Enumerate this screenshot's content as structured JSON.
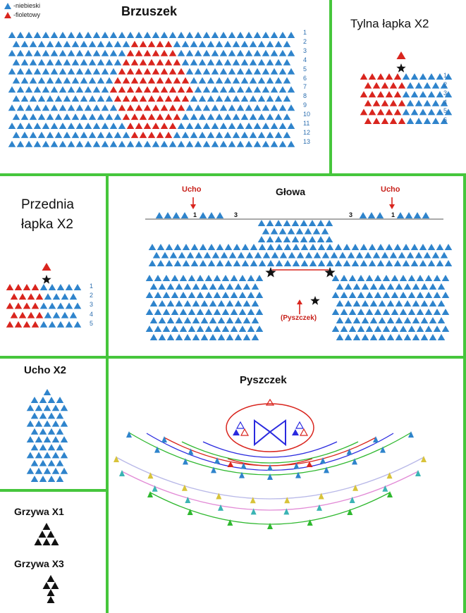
{
  "colors": {
    "blue": "#2f84cc",
    "red": "#d9251e",
    "divider": "#46c63c",
    "black": "#111111"
  },
  "legend": {
    "blue_label": "-niebieski",
    "red_label": "-fioletowy"
  },
  "brzuszek": {
    "title": "Brzuszek",
    "rows": [
      "1",
      "2",
      "3",
      "4",
      "5",
      "6",
      "7",
      "8",
      "9",
      "10",
      "11",
      "12",
      "13"
    ]
  },
  "tylna": {
    "title": "Tylna łapka X2",
    "rows": [
      "1",
      "2",
      "3",
      "4",
      "5",
      "6"
    ]
  },
  "przednia": {
    "title_line1": "Przednia",
    "title_line2": "łapka X2",
    "rows": [
      "1",
      "2",
      "3",
      "4",
      "5"
    ]
  },
  "glowa": {
    "title": "Głowa",
    "ear_left": "Ucho",
    "ear_right": "Ucho",
    "pyszczek_label": "(Pyszczek)",
    "mark_1": "1",
    "mark_3": "3"
  },
  "ucho": {
    "title": "Ucho X2"
  },
  "grzywa": {
    "title1": "Grzywa X1",
    "title2": "Grzywa X3"
  },
  "pyszczek": {
    "title": "Pyszczek"
  }
}
